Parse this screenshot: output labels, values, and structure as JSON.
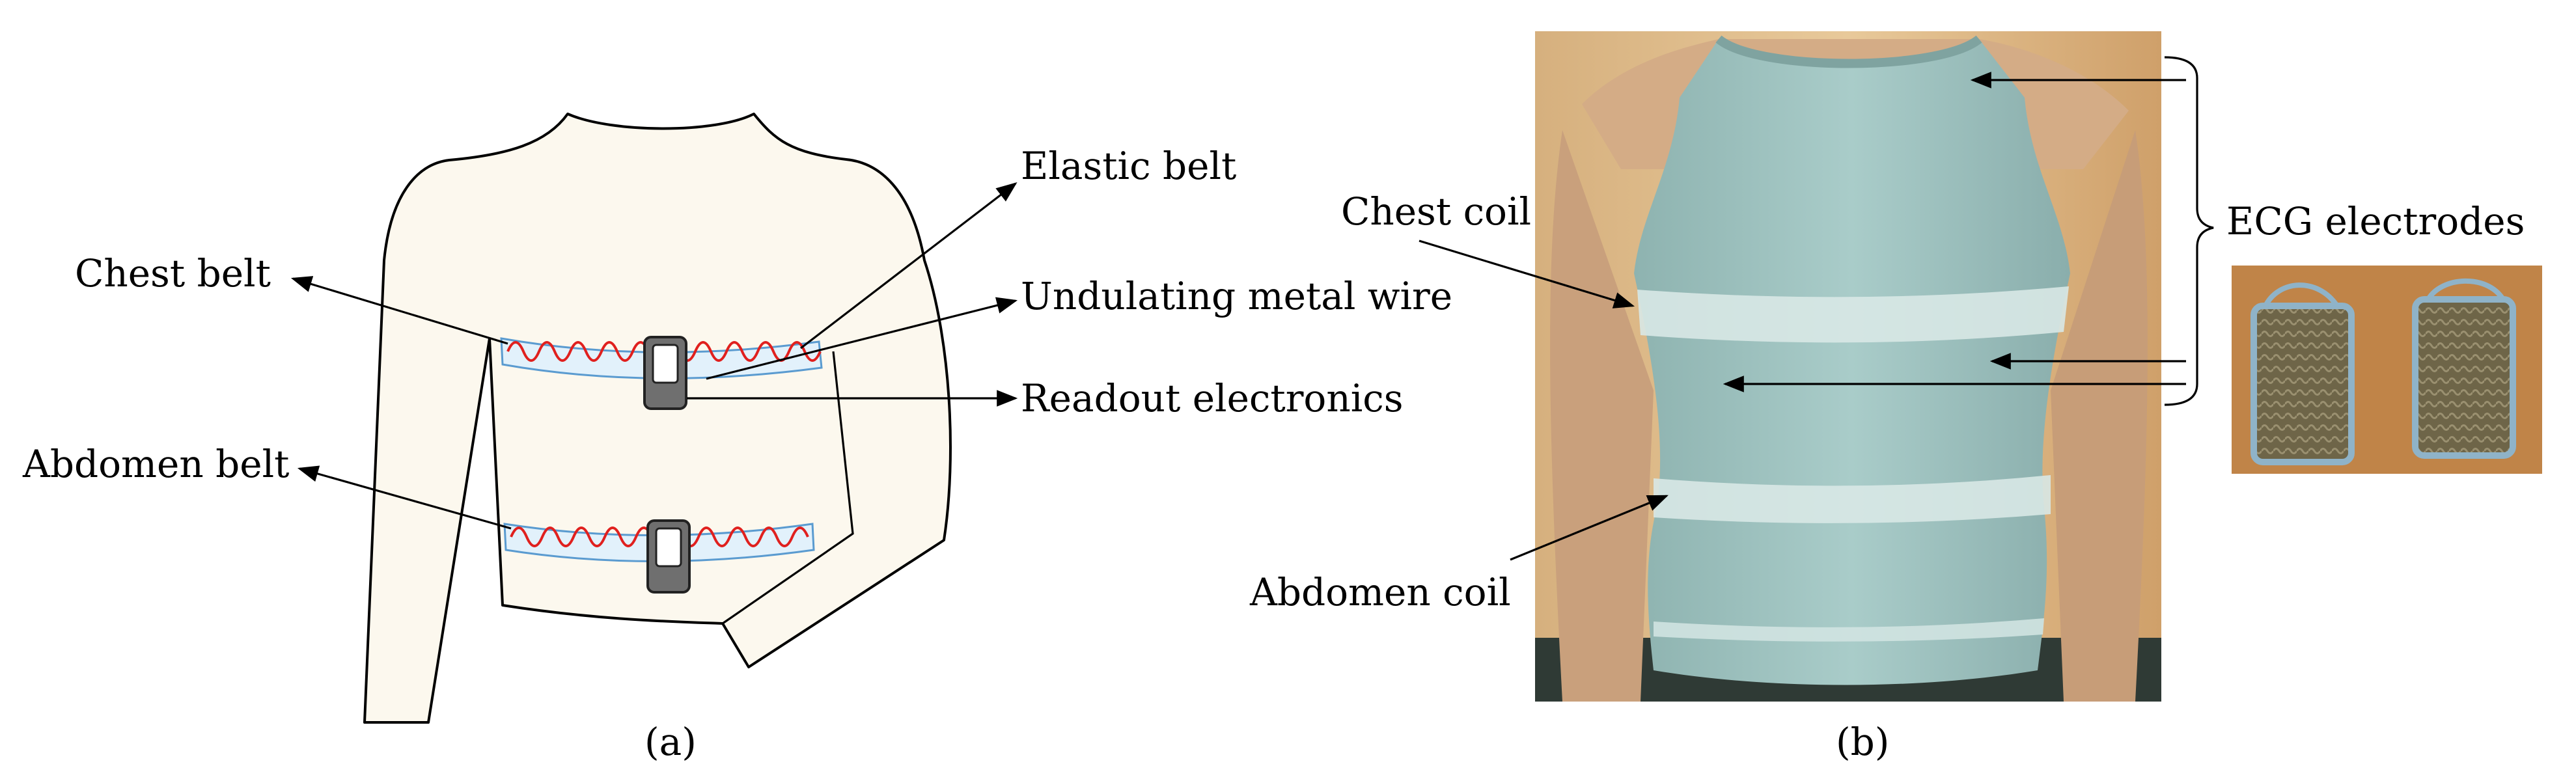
{
  "panel_a": {
    "caption": "(a)",
    "labels": {
      "chest_belt": "Chest belt",
      "abdomen_belt": "Abdomen belt",
      "elastic_belt": "Elastic belt",
      "undulating_wire": "Undulating metal wire",
      "readout": "Readout electronics"
    }
  },
  "panel_b": {
    "caption": "(b)",
    "labels": {
      "chest_coil": "Chest coil",
      "abdomen_coil": "Abdomen coil",
      "ecg": "ECG electrodes"
    }
  },
  "colors": {
    "body_fill": "#fcf8ee",
    "belt_fill": "#e2f1fb",
    "belt_edge": "#5a9bd0",
    "wire": "#e0201e",
    "shirt": "#9fc3c0",
    "electrode": "#7a7054"
  }
}
